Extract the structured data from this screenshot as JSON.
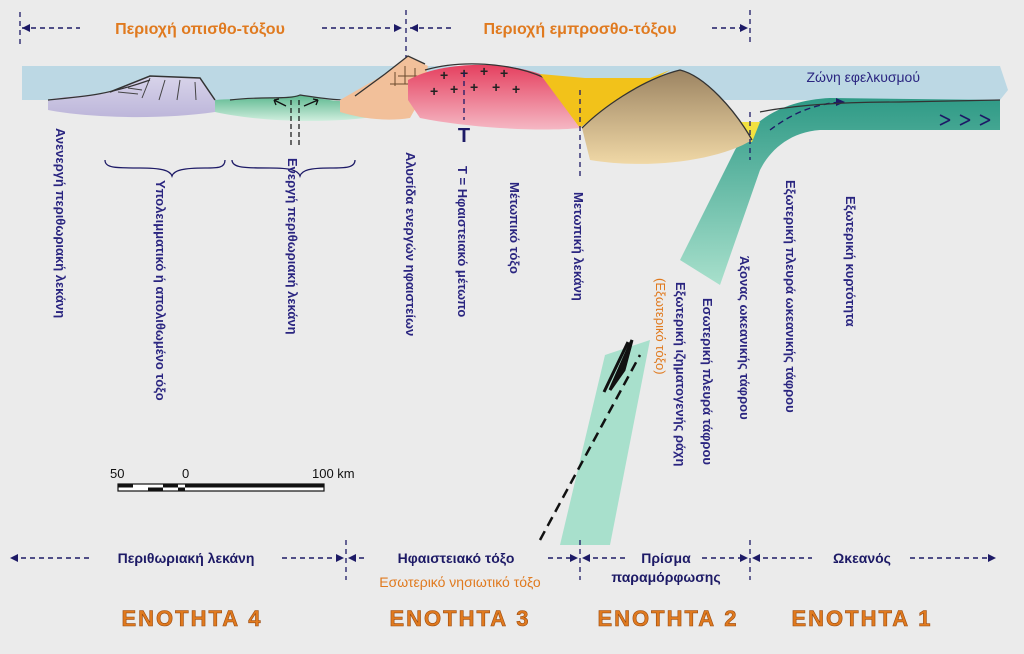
{
  "header": {
    "back_arc": "Περιοχή οπισθο-τόξου",
    "fore_arc": "Περιοχή εμπροσθο-τόξου"
  },
  "labels": {
    "tension_zone": "Ζώνη εφελκυσμού",
    "inactive_basin": "Ανενεργή περιθωριακή λεκάνη",
    "remnant_arc": "Υπολειμματικό ή απολιθωμένο τόξο",
    "active_basin": "Ενεργή περιθωριακή λεκάνη",
    "volcano_chain": "Αλυσίδα ενεργών ηφαιστείων",
    "t_marker": "T",
    "volcanic_front": "T = Ηφαιστειακό μέτωπο",
    "frontal_arc": "Μέτωπικό τόξο",
    "forearc_basin": "Μετωπική λεκάνη",
    "outer_arc": "(Εξωτερικό τόξο)",
    "outer_ridge": "Εξωτερική ιζηματογενής ράχη",
    "inner_trench_wall": "Εσωτερική πλευρά τάφρου",
    "trench_axis": "Άξονας ωκεανικής τάφρου",
    "outer_trench_wall": "Εξωτερική πλευρά ωκεανικής τάφρου",
    "outer_bulge": "Εξωτερική κυρτότητα"
  },
  "scale": {
    "left": "50",
    "mid": "0",
    "right": "100 km"
  },
  "footer": {
    "marginal_basin": "Περιθωριακή λεκάνη",
    "volcanic_arc": "Ηφαιστειακό τόξο",
    "inner_island_arc": "Εσωτερικό νησιωτικό τόξο",
    "prism_line1": "Πρίσμα",
    "prism_line2": "παραμόρφωσης",
    "ocean": "Ωκεανός"
  },
  "units": {
    "u4": "ΕΝΟΤΗΤΑ  4",
    "u3": "ΕΝΟΤΗΤΑ  3",
    "u2": "ΕΝΟΤΗΤΑ  2",
    "u1": "ΕΝΟΤΗΤΑ  1"
  },
  "colors": {
    "sea": "#bcd8e4",
    "slab": "#2f9a86",
    "slab_light": "#a8e0cc",
    "volcano": "#e84b6e",
    "sediment_yellow": "#f2c21a",
    "forearc_brown": "#b09a78",
    "text_blue": "#2a2580",
    "accent_orange": "#e07a1f"
  }
}
